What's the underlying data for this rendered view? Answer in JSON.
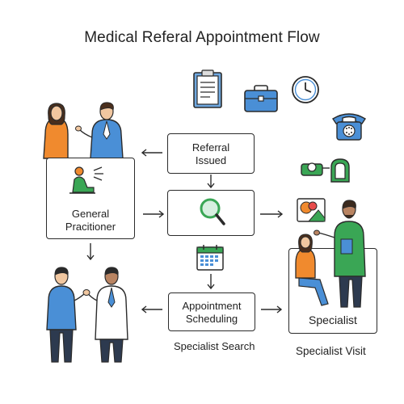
{
  "title": "Medical Referal Appointment Flow",
  "nodes": {
    "general_practitioner": {
      "line1": "General",
      "line2": "Pracitioner"
    },
    "referral_issued": {
      "line1": "Referral",
      "line2": "Issued"
    },
    "appointment_scheduling": {
      "line1": "Appointment",
      "line2": "Scheduling"
    },
    "specialist": {
      "label": "Specialist"
    }
  },
  "captions": {
    "specialist_search": "Specialist Search",
    "specialist_visit": "Specialist Visit"
  },
  "icons": [
    "clipboard-icon",
    "briefcase-icon",
    "clock-icon",
    "telephone-icon",
    "medical-equipment-icon",
    "magnifier-icon",
    "calendar-icon",
    "patient-icon",
    "photo-icon",
    "sound-wave-icon"
  ],
  "colors": {
    "outline": "#2b2b2b",
    "blue": "#4a8fd6",
    "green": "#3aa655",
    "orange": "#f08a2e",
    "navy": "#2d3a4f"
  }
}
